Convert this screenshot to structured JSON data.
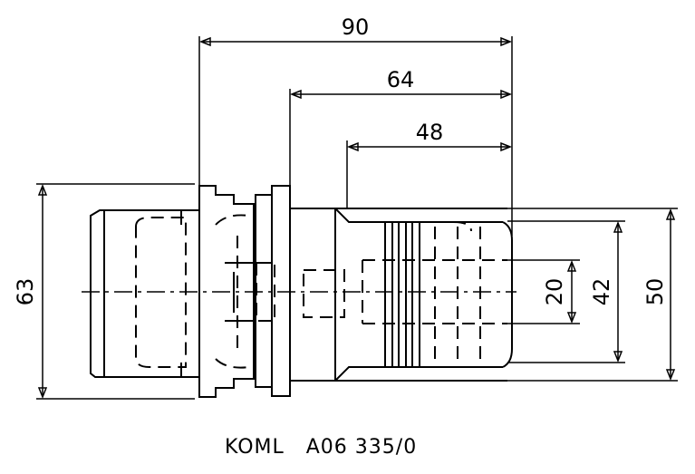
{
  "dimensions": {
    "width_total": "90",
    "width_mid": "64",
    "width_inner": "48",
    "height_left": "63",
    "height_inner": "20",
    "height_mid": "42",
    "height_outer": "50"
  },
  "caption": "KOML   A06 335/0"
}
